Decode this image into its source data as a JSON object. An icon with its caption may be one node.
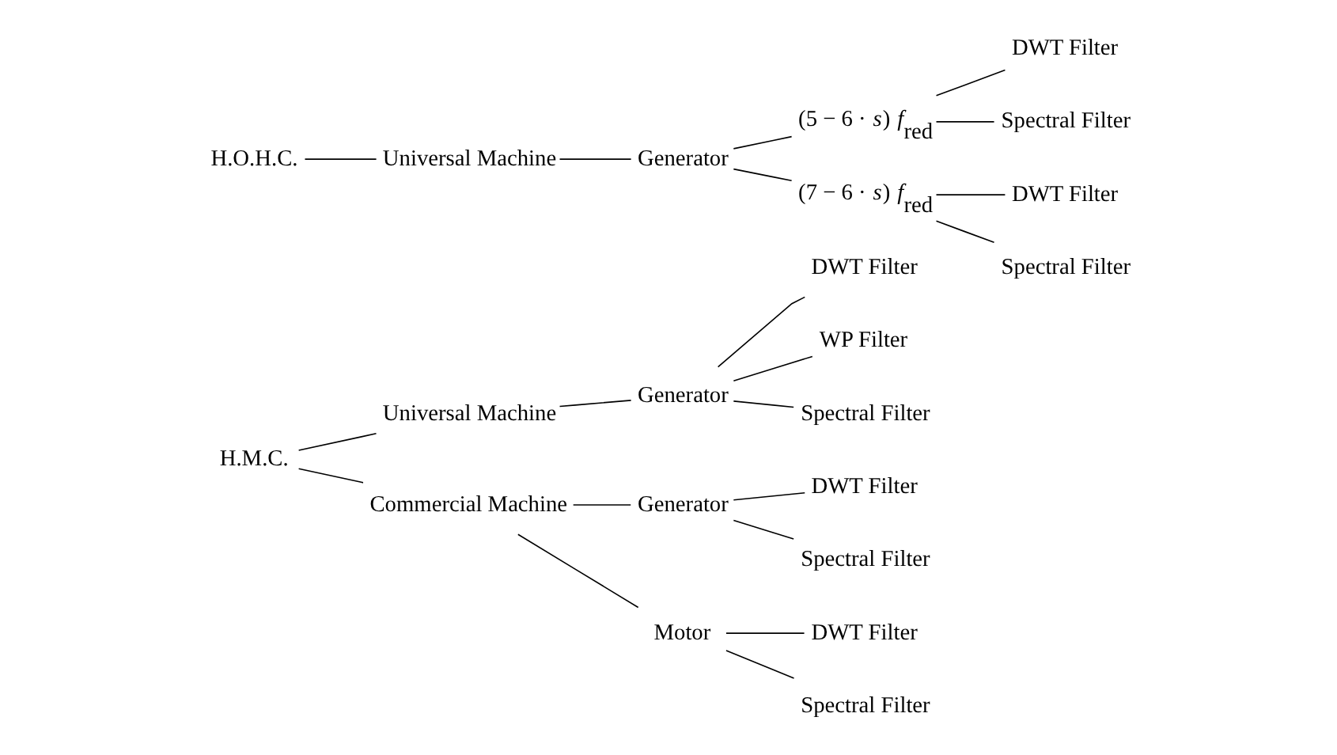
{
  "diagram": {
    "nodes": [
      {
        "text": [
          "H.M.C."
        ]
      },
      {
        "text": [
          "Universal Machine"
        ]
      },
      {
        "text": [
          "Generator"
        ]
      },
      {
        "text": [
          "DWT Filter"
        ]
      },
      {
        "text": [
          "WP Filter"
        ]
      },
      {
        "text": [
          "Spectral Filter"
        ]
      },
      {
        "text": [
          "Commercial Machine"
        ]
      },
      {
        "text": [
          "Generator"
        ]
      },
      {
        "text": [
          "DWT Filter"
        ]
      },
      {
        "text": [
          "Spectral Filter"
        ]
      },
      {
        "text": [
          "Motor"
        ]
      },
      {
        "text": [
          "DWT Filter"
        ]
      },
      {
        "text": [
          "Spectral Filter"
        ]
      },
      {
        "text": [
          "H.O.H.C."
        ]
      },
      {
        "text": [
          "Universal Machine"
        ]
      },
      {
        "text": [
          "Generator"
        ]
      },
      {
        "text": [
          "(5 − 6 · *s*) *f*$_{red}$"
        ]
      },
      {
        "text": [
          "DWT Filter"
        ]
      },
      {
        "text": [
          "Spectral Filter"
        ]
      },
      {
        "text": [
          "(7 − 6 · *s*) *f*$_{red}$"
        ]
      },
      {
        "text": [
          "DWT Filter"
        ]
      },
      {
        "text": [
          "Spectral Filter"
        ]
      }
    ],
    "edges": [
      {
        "from": 0,
        "to": 1,
        "arrow": "none"
      },
      {
        "from": 0,
        "to": 6,
        "arrow": "none"
      },
      {
        "from": 1,
        "to": 2,
        "arrow": "none"
      },
      {
        "from": 2,
        "to": 3,
        "arrow": "none"
      },
      {
        "from": 2,
        "to": 4,
        "arrow": "none"
      },
      {
        "from": 2,
        "to": 5,
        "arrow": "none"
      },
      {
        "from": 6,
        "to": 7,
        "arrow": "none"
      },
      {
        "from": 6,
        "to": 10,
        "arrow": "none"
      },
      {
        "from": 7,
        "to": 8,
        "arrow": "none"
      },
      {
        "from": 7,
        "to": 9,
        "arrow": "none"
      },
      {
        "from": 10,
        "to": 11,
        "arrow": "none"
      },
      {
        "from": 10,
        "to": 12,
        "arrow": "none"
      },
      {
        "from": 13,
        "to": 14,
        "arrow": "none"
      },
      {
        "from": 14,
        "to": 15,
        "arrow": "none"
      },
      {
        "from": 15,
        "to": 16,
        "arrow": "none"
      },
      {
        "from": 15,
        "to": 19,
        "arrow": "none"
      },
      {
        "from": 16,
        "to": 17,
        "arrow": "none"
      },
      {
        "from": 16,
        "to": 18,
        "arrow": "none"
      },
      {
        "from": 19,
        "to": 20,
        "arrow": "none"
      },
      {
        "from": 19,
        "to": 21,
        "arrow": "none"
      }
    ]
  }
}
